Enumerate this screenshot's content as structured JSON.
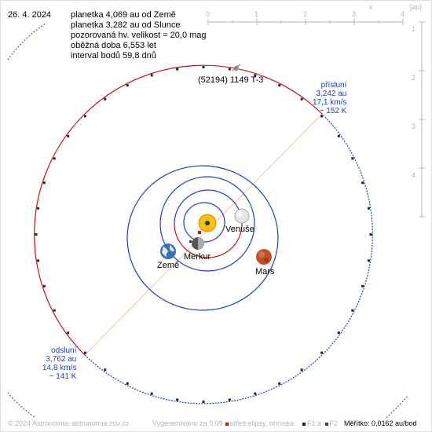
{
  "date": "26. 4. 2024",
  "info_lines": [
    "planetka 4,069 au od Země",
    "planetka 3,282 au od Slunce",
    "pozorovaná hv. velikost = 20,0 mag",
    "oběžná doba 6,553 let",
    "interval bodů 59,8 dnů"
  ],
  "scale_bar": {
    "unit": "[au]",
    "ticks": [
      "0",
      "1",
      "2",
      "3",
      "4"
    ],
    "x_label": "x"
  },
  "asteroid_label": "(52194) 1149 T-3",
  "perihelion": {
    "title": "přísluní",
    "distance": "3,242 au",
    "speed": "17,1 km/s",
    "temp": "~ 152 K"
  },
  "aphelion": {
    "title": "odsluní",
    "distance": "3,762 au",
    "speed": "14,8 km/s",
    "temp": "~ 141 K"
  },
  "planets": {
    "venus": "Venuše",
    "earth": "Země",
    "mercury": "Merkur",
    "mars": "Mars"
  },
  "footer": {
    "copyright": "© 2024 Astronomia, astronomia.zcu.cz",
    "generated": "Vygenerováno za 0,09 s",
    "legend_center": "střed elipsy, ohniska",
    "legend_f1": "F1 a",
    "legend_f2": "F2",
    "scale": "Měřítko: 0,0162 au/bod"
  },
  "colors": {
    "orbit_red": "#cc1111",
    "orbit_blue": "#1a3fcc",
    "axis_line": "#f0b8a0",
    "sun": "#f4c20d",
    "mars": "#c0502a"
  }
}
